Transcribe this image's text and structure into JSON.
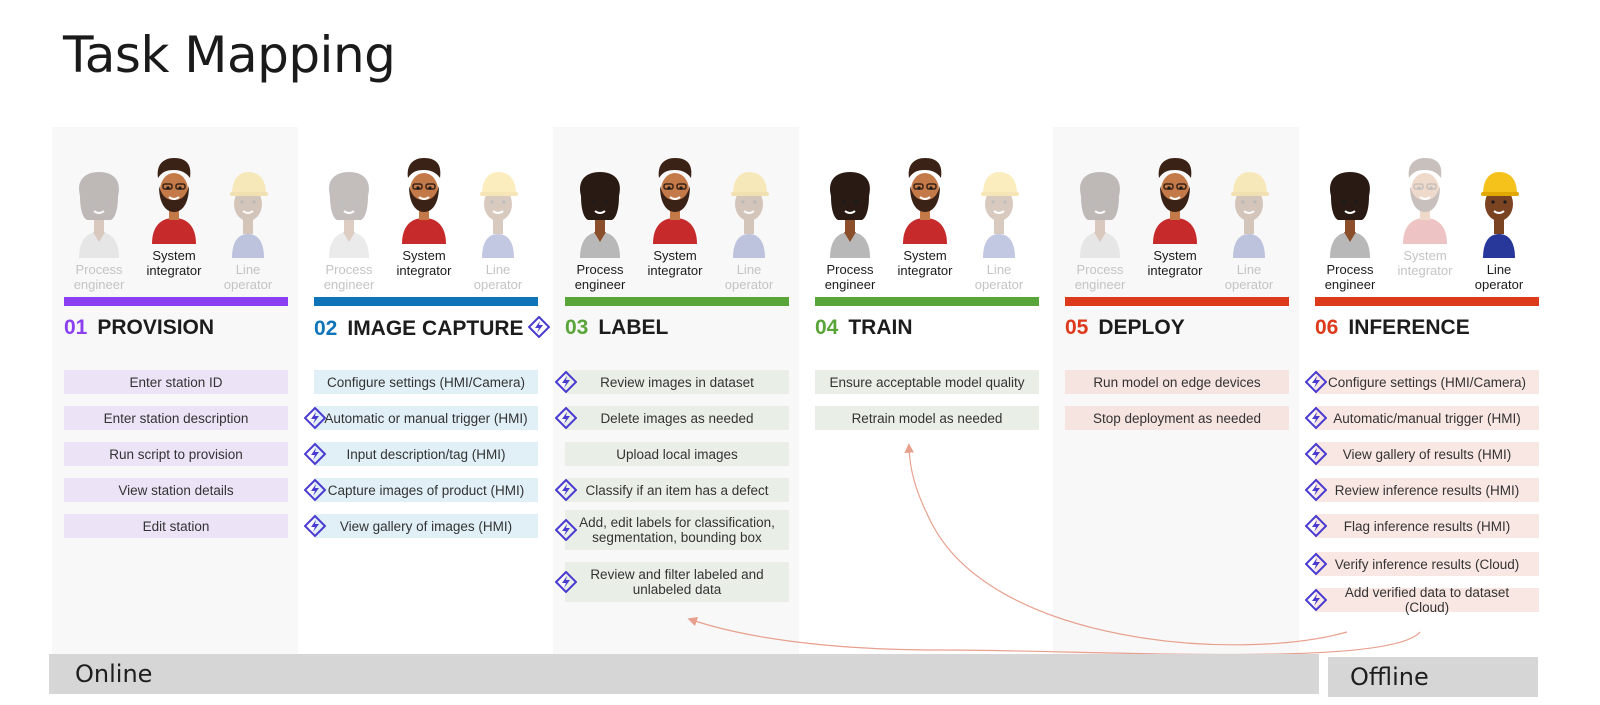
{
  "title": "Task Mapping",
  "personas": {
    "process": "Process engineer",
    "integrator": "System integrator",
    "operator": "Line operator"
  },
  "stages": [
    {
      "num": "01",
      "name": "PROVISION",
      "color": "#8a3ff0",
      "box": "#ece3f7",
      "active": {
        "process": false,
        "integrator": true,
        "operator": false
      },
      "header_icon": false,
      "tasks": [
        {
          "text": "Enter station ID",
          "icon": false
        },
        {
          "text": "Enter station description",
          "icon": false
        },
        {
          "text": "Run script to provision",
          "icon": false
        },
        {
          "text": "View station details",
          "icon": false
        },
        {
          "text": "Edit station",
          "icon": false
        }
      ]
    },
    {
      "num": "02",
      "name": "IMAGE CAPTURE",
      "color": "#0f74b8",
      "box": "#e1eff7",
      "active": {
        "process": false,
        "integrator": true,
        "operator": false
      },
      "header_icon": true,
      "tasks": [
        {
          "text": "Configure settings (HMI/Camera)",
          "icon": false
        },
        {
          "text": "Automatic or manual trigger (HMI)",
          "icon": true
        },
        {
          "text": "Input description/tag (HMI)",
          "icon": true
        },
        {
          "text": "Capture images of product (HMI)",
          "icon": true
        },
        {
          "text": "View gallery of images (HMI)",
          "icon": true
        }
      ]
    },
    {
      "num": "03",
      "name": "LABEL",
      "color": "#5aa53a",
      "box": "#e9efe6",
      "active": {
        "process": true,
        "integrator": true,
        "operator": false
      },
      "header_icon": false,
      "tasks": [
        {
          "text": "Review images in dataset",
          "icon": true
        },
        {
          "text": "Delete images as needed",
          "icon": true
        },
        {
          "text": "Upload local images",
          "icon": false
        },
        {
          "text": "Classify if an item has a defect",
          "icon": true
        },
        {
          "text": "Add, edit labels for classification, segmentation, bounding box",
          "icon": true
        },
        {
          "text": "Review and filter labeled and unlabeled data",
          "icon": true
        }
      ]
    },
    {
      "num": "04",
      "name": "TRAIN",
      "color": "#5aa53a",
      "box": "#e9efe6",
      "active": {
        "process": true,
        "integrator": true,
        "operator": false
      },
      "header_icon": false,
      "tasks": [
        {
          "text": "Ensure acceptable model quality",
          "icon": false
        },
        {
          "text": "Retrain model as needed",
          "icon": false
        }
      ]
    },
    {
      "num": "05",
      "name": "DEPLOY",
      "color": "#dd3a1c",
      "box": "#f6e4e0",
      "active": {
        "process": false,
        "integrator": true,
        "operator": false
      },
      "header_icon": false,
      "tasks": [
        {
          "text": "Run model on edge devices",
          "icon": false
        },
        {
          "text": "Stop deployment as needed",
          "icon": false
        }
      ]
    },
    {
      "num": "06",
      "name": "INFERENCE",
      "color": "#dd3a1c",
      "box": "#f9e7e3",
      "active": {
        "process": true,
        "integrator": false,
        "operator": true
      },
      "header_icon": false,
      "tasks": [
        {
          "text": "Configure settings (HMI/Camera)",
          "icon": true
        },
        {
          "text": "Automatic/manual trigger (HMI)",
          "icon": true
        },
        {
          "text": "View gallery of results (HMI)",
          "icon": true
        },
        {
          "text": "Review inference results (HMI)",
          "icon": true
        },
        {
          "text": "Flag inference results (HMI)",
          "icon": true
        },
        {
          "text": "Verify inference results (Cloud)",
          "icon": true
        },
        {
          "text": "Add verified data to dataset (Cloud)",
          "icon": true
        }
      ]
    }
  ],
  "bands": {
    "online": "Online",
    "offline": "Offline"
  },
  "icons": {
    "task_marker": "device-marker-icon",
    "persona": "person-avatar-icon"
  },
  "colors": {
    "arrow": "#e8a08e",
    "icon": "#4a3bd0"
  }
}
